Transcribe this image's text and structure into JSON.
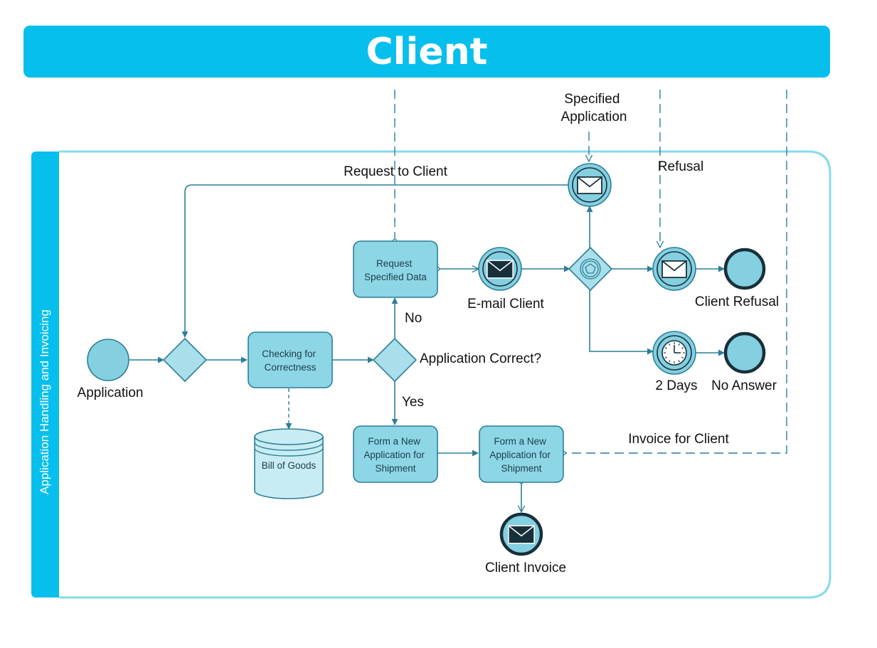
{
  "pool": {
    "title": "Client"
  },
  "lane": {
    "title": "Application Handling and Invoicing"
  },
  "tasks": {
    "request_specified_data": [
      "Request",
      "Specified Data"
    ],
    "checking_for_correctness": [
      "Checking for",
      "Correctness"
    ],
    "form_new_application_1": [
      "Form a New",
      "Application for",
      "Shipment"
    ],
    "form_new_application_2": [
      "Form a New",
      "Application for",
      "Shipment"
    ]
  },
  "data_store": {
    "label": "Bill of Goods"
  },
  "events": {
    "start": "Application",
    "email_client": "E-mail Client",
    "client_refusal": "Client Refusal",
    "timer": "2 Days",
    "no_answer": "No Answer",
    "client_invoice": "Client Invoice"
  },
  "gateway": {
    "question": "Application Correct?",
    "no": "No",
    "yes": "Yes"
  },
  "message_flows": {
    "request_to_client": "Request to Client",
    "specified_application": [
      "Specified",
      "Application"
    ],
    "refusal": "Refusal",
    "invoice_for_client": "Invoice for Client"
  },
  "colors": {
    "pool_header": "#06bfed",
    "task_fill": "#8dd6e6",
    "event_fill": "#84cfe0",
    "stroke": "#2a7f98",
    "dark": "#17303a",
    "lane_border": "#86dbea"
  }
}
